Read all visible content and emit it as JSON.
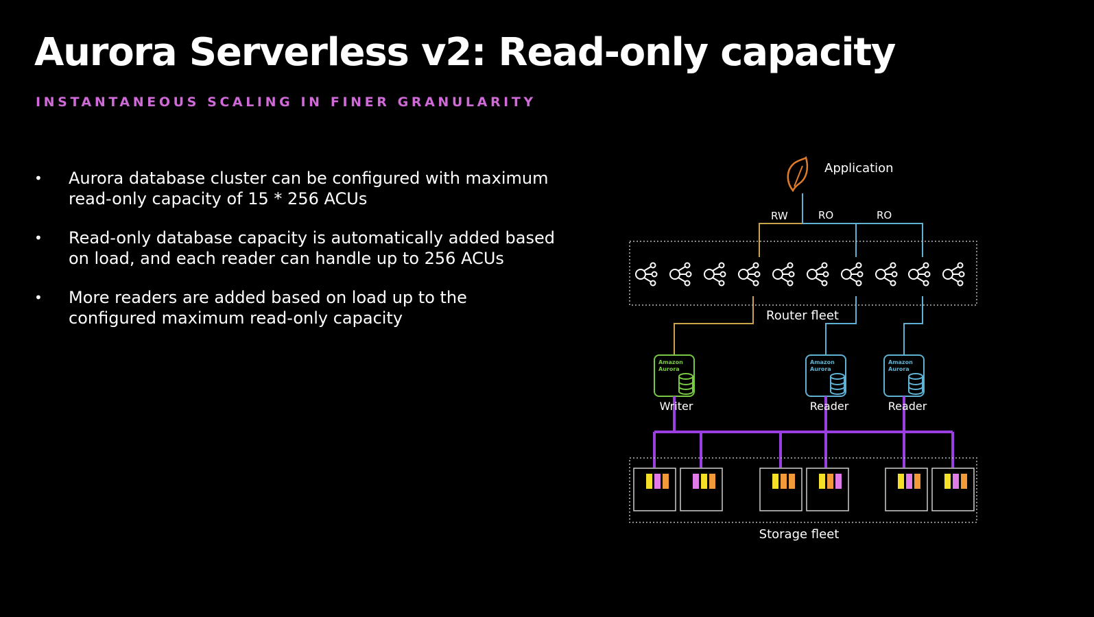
{
  "slide": {
    "title": "Aurora Serverless v2: Read-only capacity",
    "subtitle": "INSTANTANEOUS SCALING IN FINER GRANULARITY",
    "bullets": [
      "Aurora database cluster can be configured with maximum read-only capacity of 15 * 256 ACUs",
      "Read-only database capacity is automatically added based on load, and each reader can handle up to 256 ACUs",
      "More readers are added based on load up to the configured maximum read-only capacity"
    ]
  },
  "diagram": {
    "application_label": "Application",
    "connections": {
      "rw": "RW",
      "ro1": "RO",
      "ro2": "RO"
    },
    "router_fleet_label": "Router fleet",
    "router_count": 10,
    "instances": [
      {
        "role": "Writer",
        "icon_text_1": "Amazon",
        "icon_text_2": "Aurora"
      },
      {
        "role": "Reader",
        "icon_text_1": "Amazon",
        "icon_text_2": "Aurora"
      },
      {
        "role": "Reader",
        "icon_text_1": "Amazon",
        "icon_text_2": "Aurora"
      }
    ],
    "storage_fleet_label": "Storage fleet",
    "storage_node_count": 6,
    "colors": {
      "writer": "#7ac943",
      "reader": "#5fb2d3",
      "rw_line": "#c9a44a",
      "ro_line": "#5fb2d3",
      "storage_bus": "#9b3fe0",
      "application_icon": "#e07b2a",
      "yellow_block": "#f4e026",
      "pink_block": "#e07be8",
      "orange_block": "#f29a3a"
    }
  }
}
